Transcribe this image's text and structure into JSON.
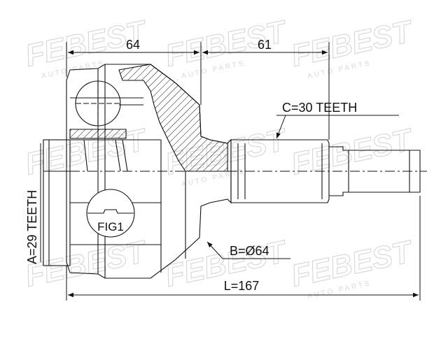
{
  "diagram": {
    "dimension_left": "64",
    "dimension_right": "61",
    "label_c": "C=30 TEETH",
    "label_a": "A=29 TEETH",
    "label_b": "B=Ø64",
    "label_l": "L=167",
    "label_fig": "FIG1"
  },
  "watermark": {
    "brand": "FEBEST",
    "sub": "AUTO PARTS"
  },
  "colors": {
    "line": "#111111",
    "watermark": "#d9d9d9",
    "background": "#ffffff"
  }
}
